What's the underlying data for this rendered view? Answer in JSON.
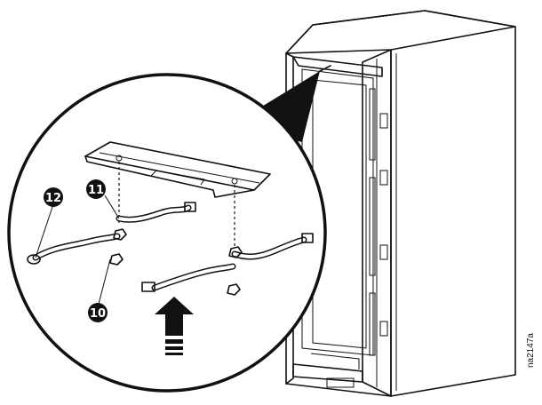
{
  "figure": {
    "callouts": [
      {
        "id": "callout-12",
        "label": "12"
      },
      {
        "id": "callout-11",
        "label": "11"
      },
      {
        "id": "callout-10",
        "label": "10"
      }
    ],
    "figure_id": "na2147a"
  }
}
